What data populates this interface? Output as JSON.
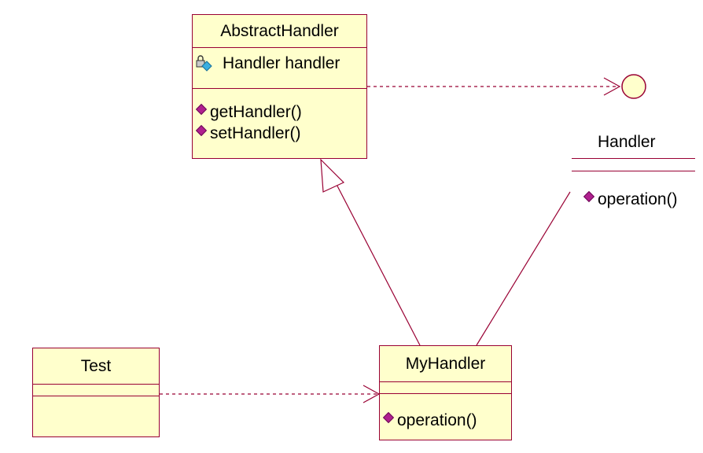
{
  "classes": {
    "abstract_handler": {
      "name": "AbstractHandler",
      "attributes": [
        "Handler handler"
      ],
      "operations": [
        "getHandler()",
        "setHandler()"
      ]
    },
    "handler": {
      "name": "Handler",
      "operations": [
        "operation()"
      ]
    },
    "test": {
      "name": "Test"
    },
    "my_handler": {
      "name": "MyHandler",
      "operations": [
        "operation()"
      ]
    }
  },
  "icons": {
    "operation": "public-operation-icon",
    "attribute": "private-attribute-icon",
    "interface": "interface-lollipop-icon"
  },
  "colors": {
    "class_fill": "#ffffcc",
    "border": "#990033",
    "operation_icon": "#b0208f",
    "attribute_icon": "#3aaee0"
  }
}
